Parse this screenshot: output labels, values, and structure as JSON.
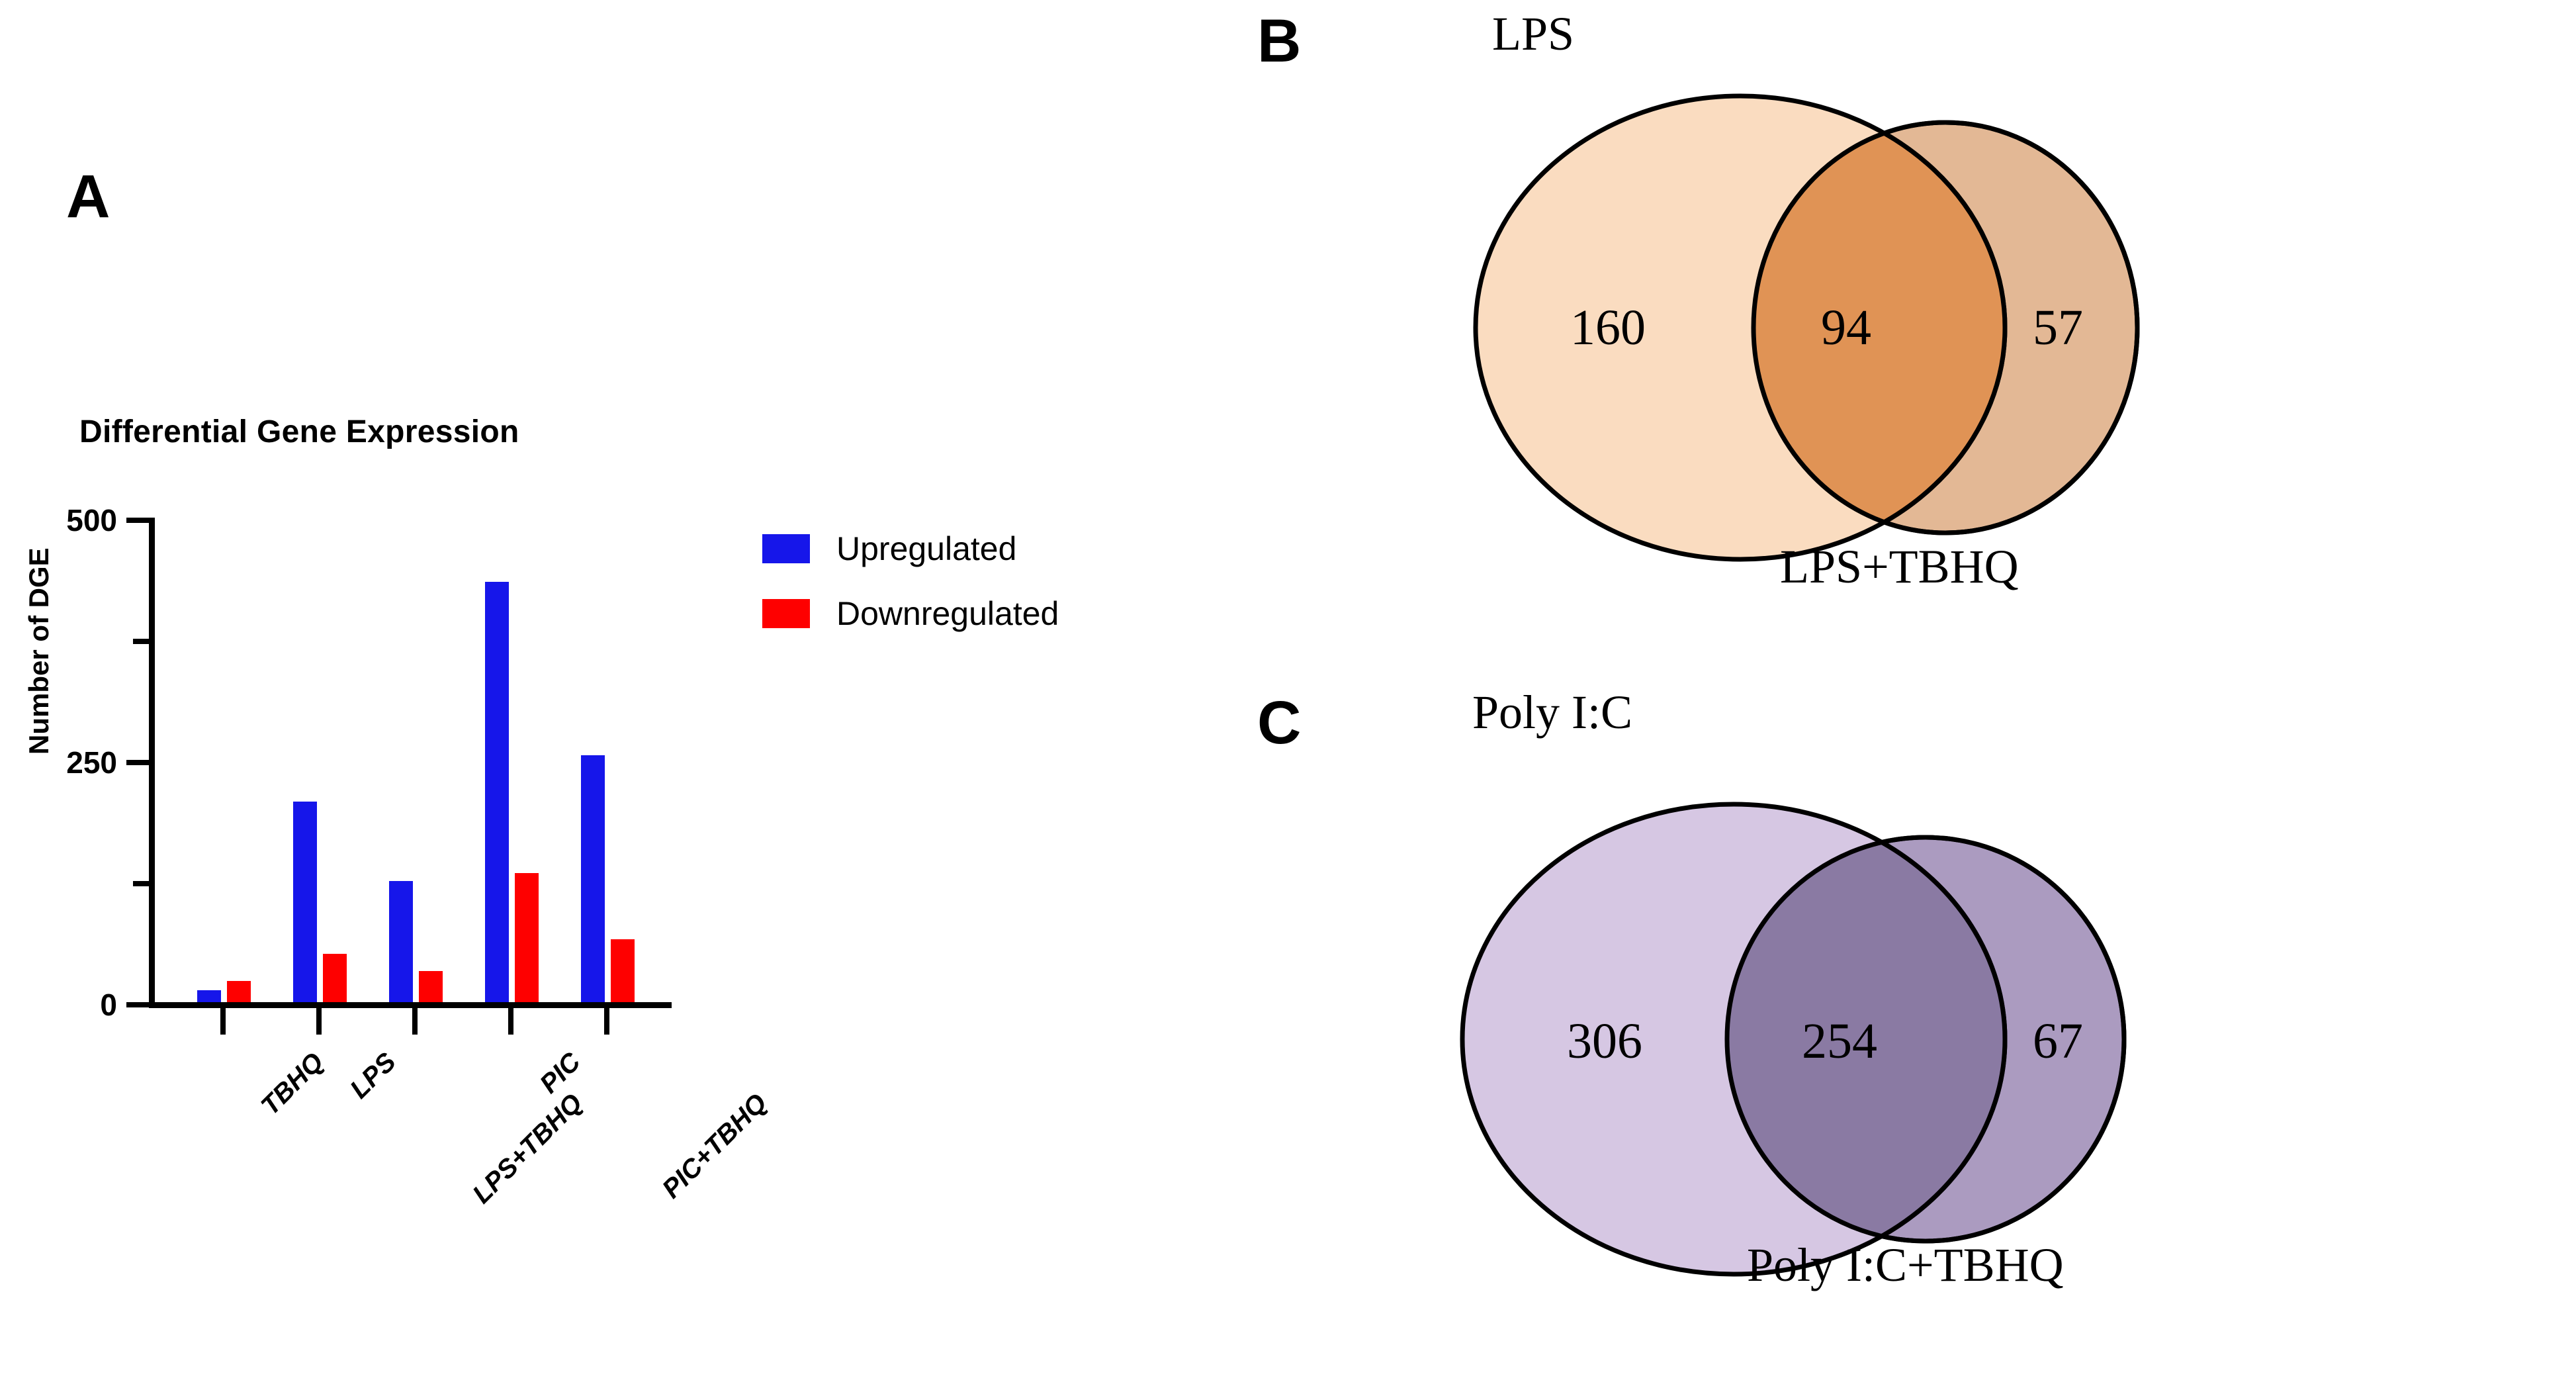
{
  "panels": {
    "a_letter": "A",
    "b_letter": "B",
    "c_letter": "C"
  },
  "chart_data": {
    "type": "bar",
    "title": "Differential Gene Expression",
    "xlabel": "",
    "ylabel": "Number of DGE",
    "ylim": [
      0,
      500
    ],
    "yticks": [
      "0",
      "250",
      "500"
    ],
    "yticks_minor": [
      125,
      375
    ],
    "grid": false,
    "legend_position": "right",
    "categories": [
      "TBHQ",
      "LPS",
      "LPS+TBHQ",
      "PIC",
      "PIC+TBHQ"
    ],
    "series": [
      {
        "name": "Upregulated",
        "color": "#1616ea",
        "values": [
          12,
          207,
          125,
          434,
          255
        ]
      },
      {
        "name": "Downregulated",
        "color": "#fe0000",
        "values": [
          22,
          50,
          32,
          133,
          65
        ]
      }
    ]
  },
  "venn_b": {
    "left_title": "LPS",
    "right_title": "LPS+TBHQ",
    "left_only": "160",
    "intersection": "94",
    "right_only": "57",
    "left_color": "#fadcc0",
    "right_color": "#e3b895",
    "overlap_color": "#e09355",
    "stroke": "#000000"
  },
  "venn_c": {
    "left_title": "Poly I:C",
    "right_title": "Poly I:C+TBHQ",
    "left_only": "306",
    "intersection": "254",
    "right_only": "67",
    "left_color": "#d6c7e3",
    "right_color": "#ab9bc0",
    "overlap_color": "#8a7aa3",
    "stroke": "#000000"
  }
}
